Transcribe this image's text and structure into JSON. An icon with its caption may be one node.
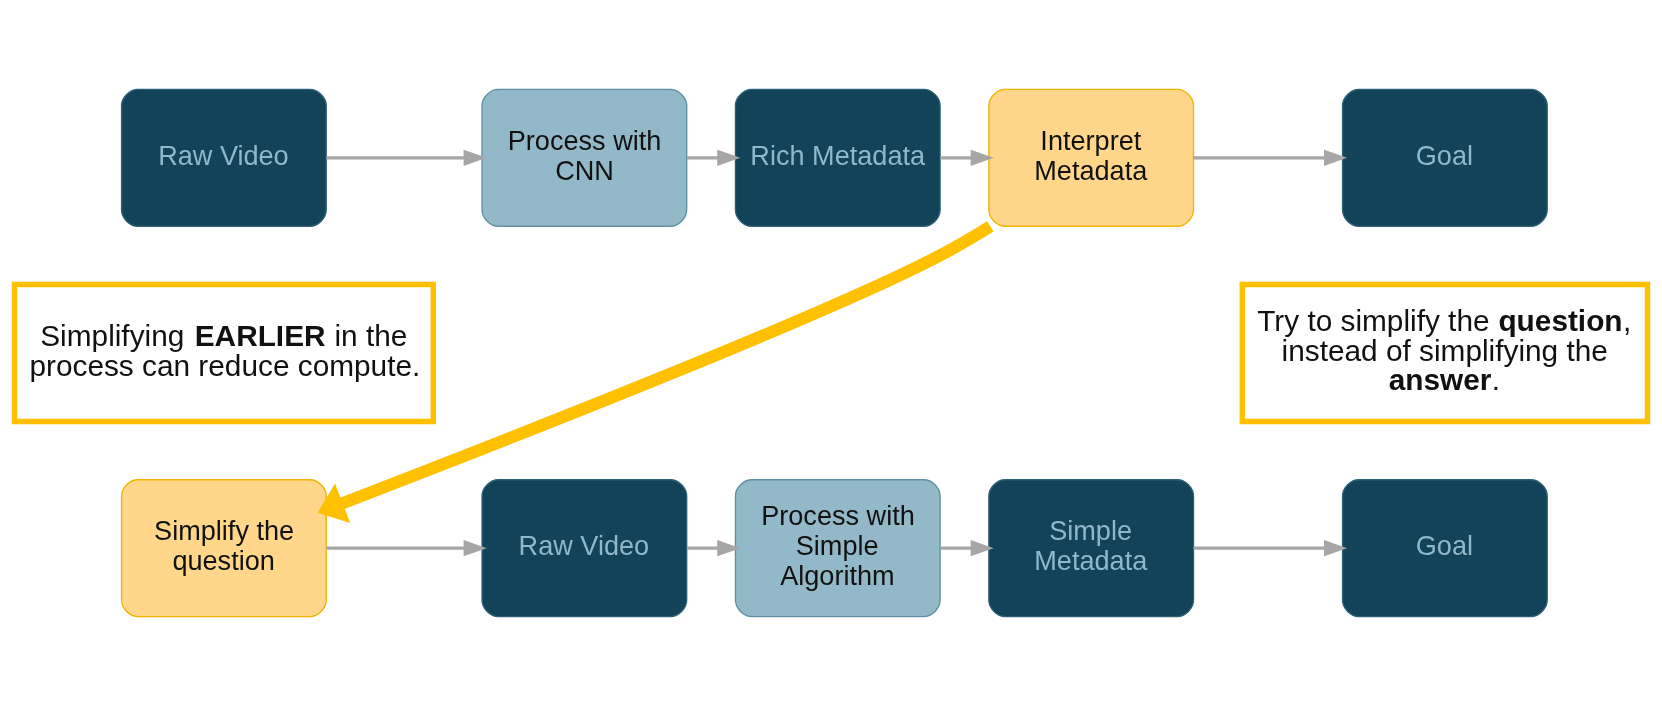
{
  "diagram": {
    "nodes": [
      {
        "text": [
          "Raw Video"
        ]
      },
      {
        "text": [
          "Process with CNN"
        ]
      },
      {
        "text": [
          "Rich Metadata"
        ]
      },
      {
        "text": [
          "Interpret Metadata"
        ]
      },
      {
        "text": [
          "Goal"
        ]
      },
      {
        "text": [
          "Simplifying **EARLIER** in the process can reduce compute."
        ]
      },
      {
        "text": [
          "Try to simplify the **question**, instead of simplifying the **answer**."
        ]
      },
      {
        "text": [
          "Simplify the question"
        ]
      },
      {
        "text": [
          "Raw Video"
        ]
      },
      {
        "text": [
          "Process with Simple Algorithm"
        ]
      },
      {
        "text": [
          "Simple Metadata"
        ]
      },
      {
        "text": [
          "Goal"
        ]
      }
    ],
    "edges": [
      {
        "from": 0,
        "to": 1,
        "arrow": "to"
      },
      {
        "from": 1,
        "to": 2,
        "arrow": "to"
      },
      {
        "from": 2,
        "to": 3,
        "arrow": "to"
      },
      {
        "from": 3,
        "to": 4,
        "arrow": "to"
      },
      {
        "from": 3,
        "to": 7,
        "arrow": "to",
        "style": "thick",
        "color": "#ffc000"
      },
      {
        "from": 7,
        "to": 8,
        "arrow": "to"
      },
      {
        "from": 8,
        "to": 9,
        "arrow": "to"
      },
      {
        "from": 9,
        "to": 10,
        "arrow": "to"
      },
      {
        "from": 10,
        "to": 11,
        "arrow": "to"
      }
    ]
  }
}
